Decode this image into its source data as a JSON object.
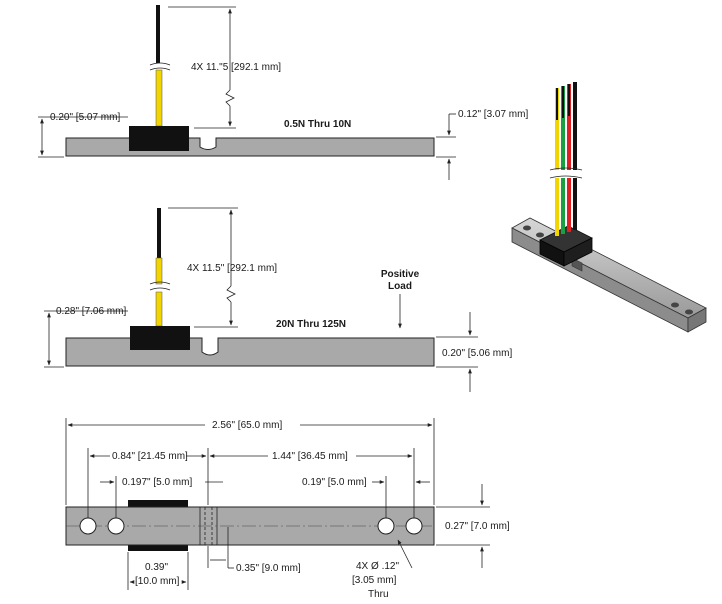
{
  "colors": {
    "body": "#a9a9a9",
    "block": "#111111",
    "wire_yellow": "#f2d400",
    "wire_red": "#e02020",
    "wire_green": "#1aa040",
    "wire_black": "#111111"
  },
  "view1": {
    "wire_length": "4X 11.\"5  [292.1 mm]",
    "left_height": "0.20\" [5.07 mm]",
    "right_height": "0.12\" [3.07 mm]",
    "range": "0.5N Thru 10N"
  },
  "view2": {
    "wire_length": "4X 11.5\"  [292.1 mm]",
    "left_height": "0.28\"  [7.06 mm]",
    "right_height": "0.20\" [5.06 mm]",
    "range": "20N Thru 125N",
    "load_label_line1": "Positive",
    "load_label_line2": "Load"
  },
  "view3": {
    "overall_length": "2.56\" [65.0 mm]",
    "left_span": "0.84\" [21.45 mm]",
    "right_span": "1.44\" [36.45 mm]",
    "left_hole_pitch": "0.197\" [5.0 mm]",
    "right_hole_pitch": "0.19\" [5.0 mm]",
    "width": "0.27\" [7.0 mm]",
    "block_width_line1": "0.39\"",
    "block_width_line2": "[10.0 mm]",
    "slot_distance": "0.35\" [9.0 mm]",
    "hole_line1": "4X Ø .12\"",
    "hole_line2": "[3.05 mm]",
    "hole_line3": "Thru"
  }
}
